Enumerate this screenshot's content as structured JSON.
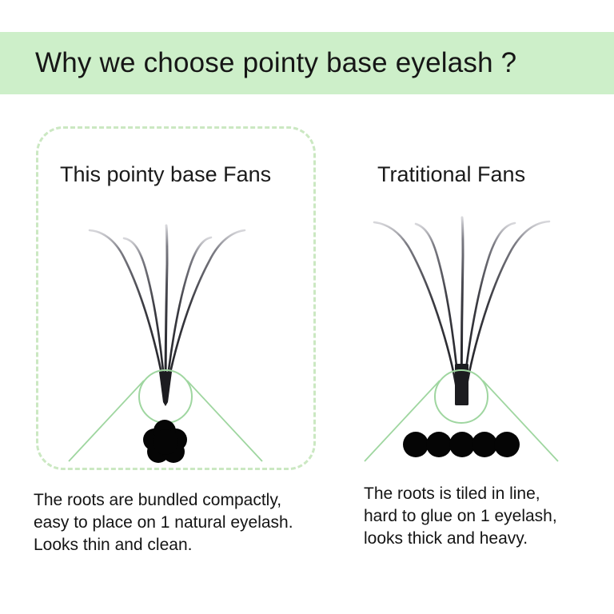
{
  "header": {
    "title": "Why we choose pointy base eyelash ?",
    "background_color": "#cdefc9",
    "text_color": "#161616"
  },
  "panels": {
    "pointy": {
      "title": "This pointy base Fans",
      "highlight_border_color": "#cbe8c2",
      "highlighted": true,
      "caption": "The roots are bundled compactly,\neasy to place on 1 natural eyelash.\nLooks thin and clean.",
      "illustration": {
        "lash_count": 5,
        "base_shape": "pointy-tapered-tip",
        "magnifier_color": "#9fd6a0",
        "zoom_detail": "clustered-round-blob",
        "zoom_detail_count": 5,
        "lash_color": "#2a2a2e"
      }
    },
    "traditional": {
      "title": "Tratitional Fans",
      "highlight_border_color": "#cbe8c2",
      "highlighted": false,
      "caption": "The roots is tiled in line,\nhard to glue on 1 eyelash,\nlooks thick and heavy.",
      "illustration": {
        "lash_count": 5,
        "base_shape": "flat-blunt-strip",
        "magnifier_color": "#9fd6a0",
        "zoom_detail": "row-of-circles",
        "zoom_detail_count": 5,
        "lash_color": "#2a2a2e"
      }
    }
  },
  "page": {
    "background_color": "#ffffff"
  }
}
